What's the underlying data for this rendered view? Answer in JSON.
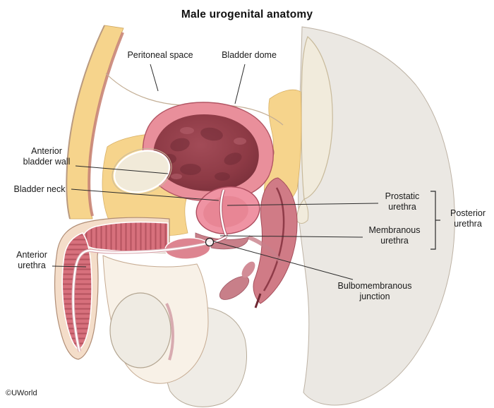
{
  "title": "Male urogenital anatomy",
  "credit": "©UWorld",
  "labels": {
    "peritoneal_space": "Peritoneal space",
    "bladder_dome": "Bladder dome",
    "anterior_bladder_wall": "Anterior\nbladder wall",
    "bladder_neck": "Bladder neck",
    "prostatic_urethra": "Prostatic\nurethra",
    "membranous_urethra": "Membranous\nurethra",
    "posterior_urethra": "Posterior\nurethra",
    "anterior_urethra": "Anterior\nurethra",
    "bulbomembranous_junction": "Bulbomembranous\njunction"
  },
  "colors": {
    "background": "#ffffff",
    "fat_yellow": "#f6d48c",
    "bladder_wall_pink": "#e98f9b",
    "bladder_lumen_maroon": "#8d3a45",
    "prostate_pink": "#ef93a3",
    "corpus_red": "#d7707c",
    "bone_cream": "#f1ead9",
    "soft_tissue_gray": "#ebe8e3",
    "leader_line": "#2b2b2b",
    "text": "#1a1a1a"
  }
}
